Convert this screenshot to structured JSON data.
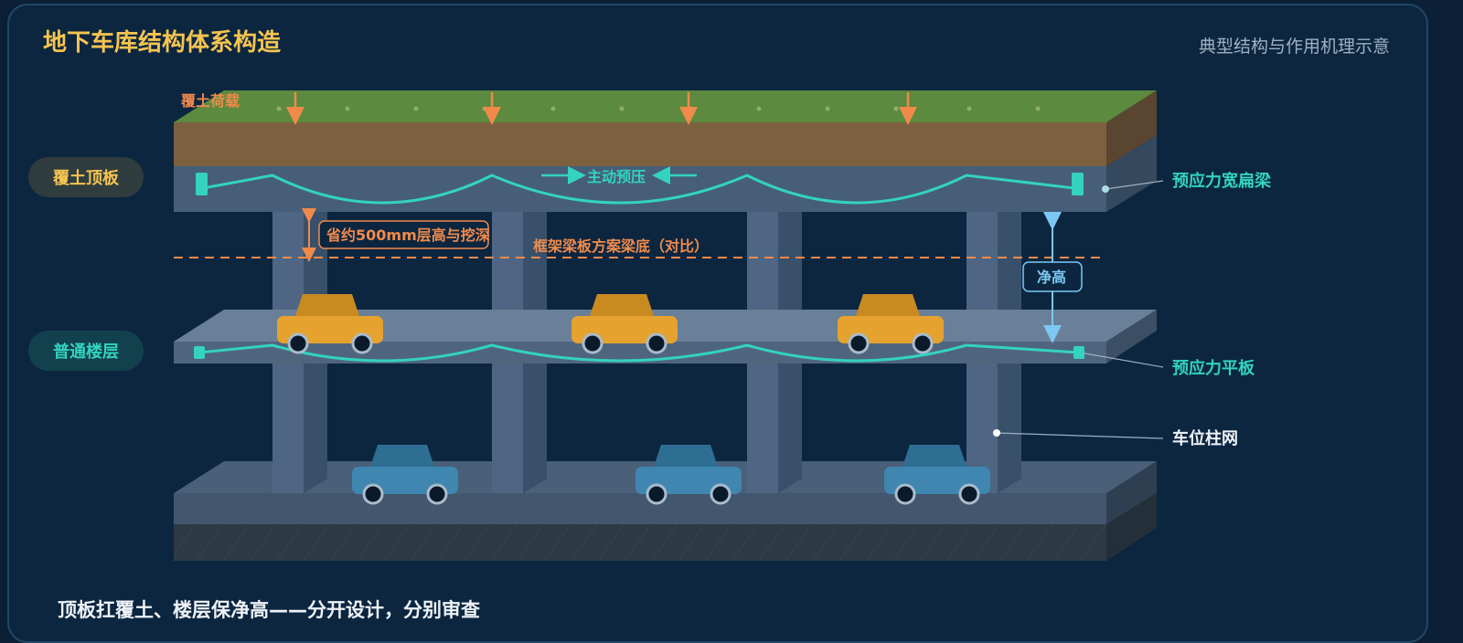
{
  "header": {
    "title": "地下车库结构体系构造",
    "subtitle": "典型结构与作用机理示意"
  },
  "layers": {
    "roof_label": "覆土顶板",
    "floor_label": "普通楼层"
  },
  "annotations": {
    "soil_load": "覆土荷载",
    "active_prestress": "主动预压",
    "savings": "省约500mm层高与挖深",
    "frame_beam_bottom": "框架梁板方案梁底（对比）",
    "clear_height": "净高"
  },
  "callouts": {
    "wide_flat_beam": "预应力宽扁梁",
    "flat_slab": "预应力平板",
    "column_grid": "车位柱网"
  },
  "footer": {
    "summary": "顶板扛覆土、楼层保净高——分开设计，分别审查"
  },
  "colors": {
    "accent_yellow": "#f5c451",
    "accent_orange": "#f08a4b",
    "accent_teal": "#33d3bf",
    "accent_blue": "#7cc8f2",
    "car_yellow": "#e5a22e",
    "car_blue": "#3f86b0"
  }
}
